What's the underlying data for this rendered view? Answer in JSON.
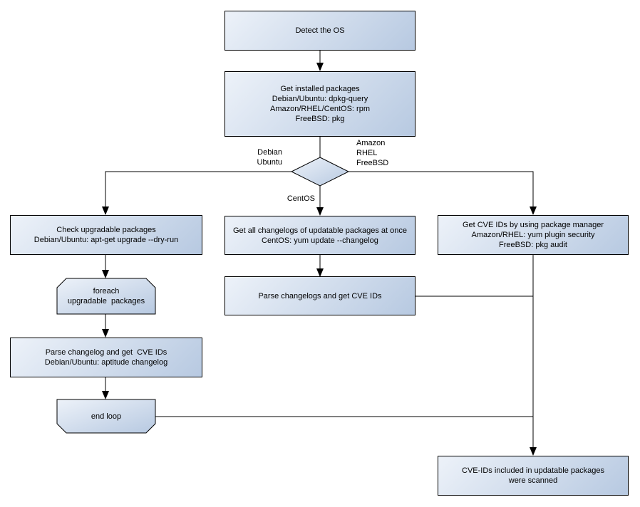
{
  "colors": {
    "node_fill_light": "#edf2f9",
    "node_fill_dark": "#b7c9e1",
    "border": "#000000",
    "line": "#000000",
    "background": "#ffffff"
  },
  "nodes": {
    "detect_os": [
      "Detect the OS"
    ],
    "get_installed": [
      "Get installed packages",
      "Debian/Ubuntu: dpkg-query",
      "Amazon/RHEL/CentOS: rpm",
      "FreeBSD: pkg"
    ],
    "check_upgradable": [
      "Check upgradable packages",
      "Debian/Ubuntu: apt-get upgrade --dry-run"
    ],
    "foreach_loop": [
      "foreach",
      "upgradable  packages"
    ],
    "parse_changelog_left": [
      "Parse changelog and get  CVE IDs",
      "Debian/Ubuntu: aptitude changelog"
    ],
    "end_loop": [
      "end loop"
    ],
    "get_all_changelogs": [
      "Get all changelogs of updatable packages at once",
      "CentOS: yum update --changelog"
    ],
    "parse_changelogs_mid": [
      "Parse changelogs and get CVE IDs"
    ],
    "get_cve_right": [
      "Get CVE IDs by using package manager",
      "Amazon/RHEL: yum plugin security",
      "FreeBSD: pkg audit"
    ],
    "cve_scanned": [
      "CVE-IDs included in updatable packages",
      "were scanned"
    ]
  },
  "edge_labels": {
    "debian_ubuntu": [
      "Debian",
      "Ubuntu"
    ],
    "amazon_rhel_freebsd": [
      "Amazon",
      "RHEL",
      "FreeBSD"
    ],
    "centos": [
      "CentOS"
    ]
  }
}
